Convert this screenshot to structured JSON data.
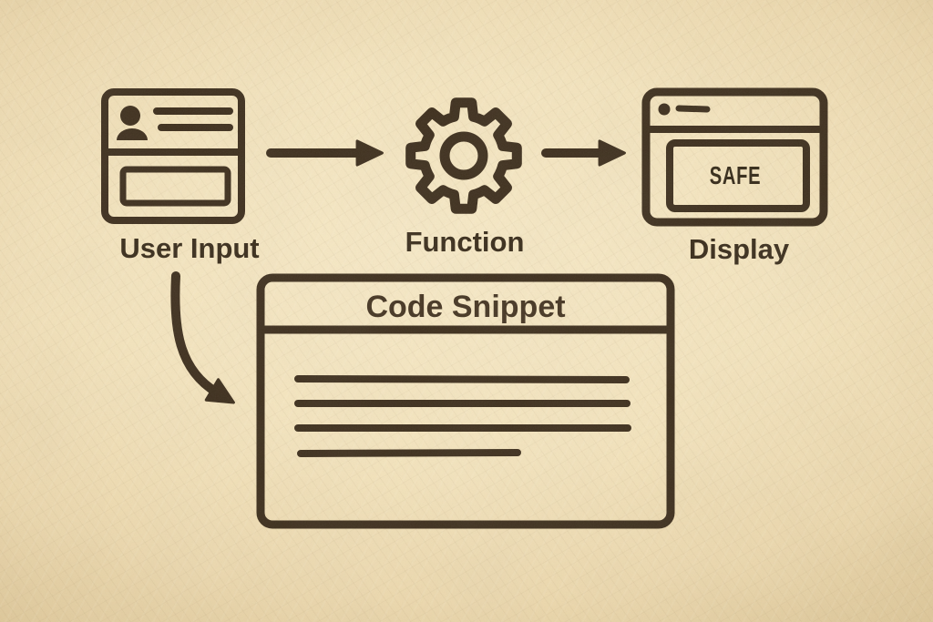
{
  "nodes": {
    "user_input": {
      "label": "User Input",
      "icon": "id-card-icon"
    },
    "function": {
      "label": "Function",
      "icon": "gear-icon"
    },
    "display": {
      "label": "Display",
      "icon": "browser-window-icon",
      "screen_text": "SAFE"
    }
  },
  "code_snippet": {
    "title": "Code Snippet",
    "icon": "code-panel-icon",
    "placeholder_line_count": 4
  },
  "connections": [
    {
      "from": "user_input",
      "to": "function",
      "style": "straight-arrow"
    },
    {
      "from": "function",
      "to": "display",
      "style": "straight-arrow"
    },
    {
      "from": "user_input",
      "to": "code_snippet",
      "style": "curved-arrow"
    }
  ],
  "colors": {
    "ink": "#3e2f1d",
    "panel_fill": "#f5e5bf",
    "paper_center": "#f7e9c6",
    "paper_edge": "#b3976a"
  }
}
